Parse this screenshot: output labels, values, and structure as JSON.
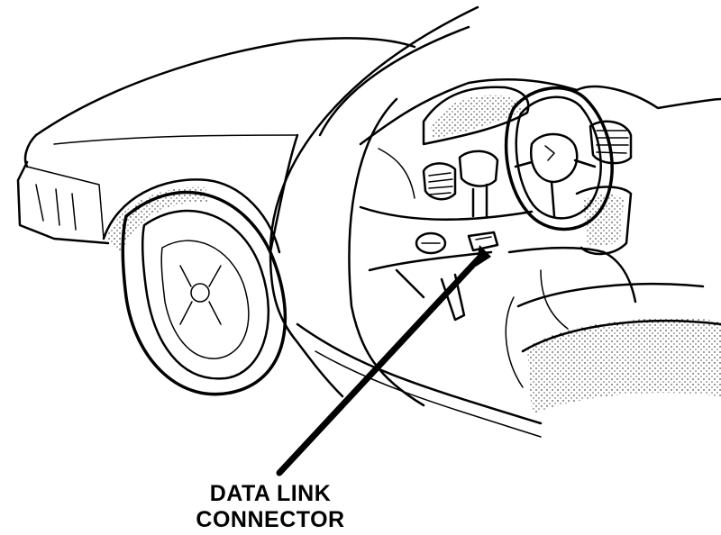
{
  "callout": {
    "line1": "DATA LINK",
    "line2": "CONNECTOR"
  },
  "icons": [
    "car-illustration",
    "steering-wheel-icon",
    "wheel-icon",
    "data-link-connector-icon"
  ]
}
